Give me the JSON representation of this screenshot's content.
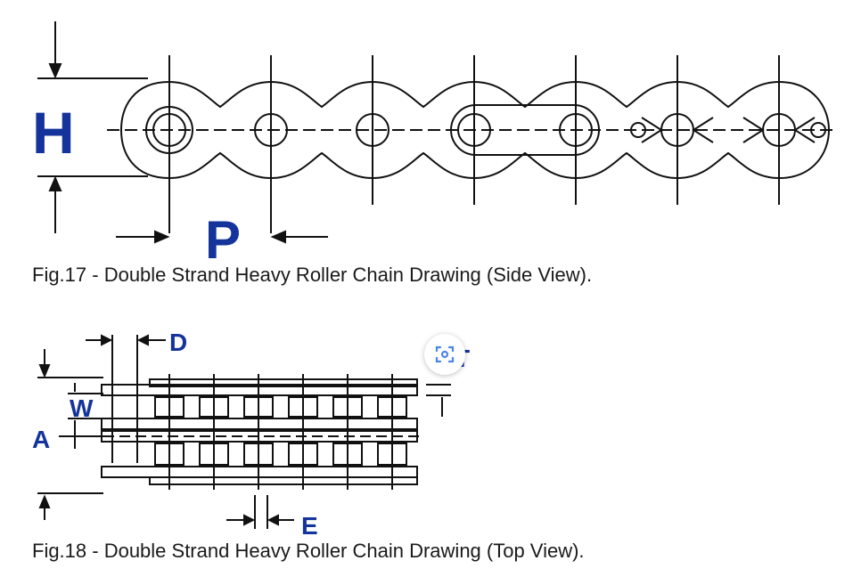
{
  "side_view": {
    "labels": {
      "height": "H",
      "pitch": "P"
    },
    "caption": "Fig.17 - Double Strand Heavy Roller Chain Drawing (Side View)."
  },
  "top_view": {
    "labels": {
      "roller_diameter": "D",
      "width": "W",
      "across": "A",
      "thickness": "T",
      "plate": "E"
    },
    "caption": "Fig.18 - Double Strand Heavy Roller Chain Drawing (Top View)."
  },
  "overlay": {
    "icon": "lens-search-icon"
  },
  "colors": {
    "label": "#14349c",
    "line": "#111111",
    "overlay_icon": "#4a86e8"
  }
}
